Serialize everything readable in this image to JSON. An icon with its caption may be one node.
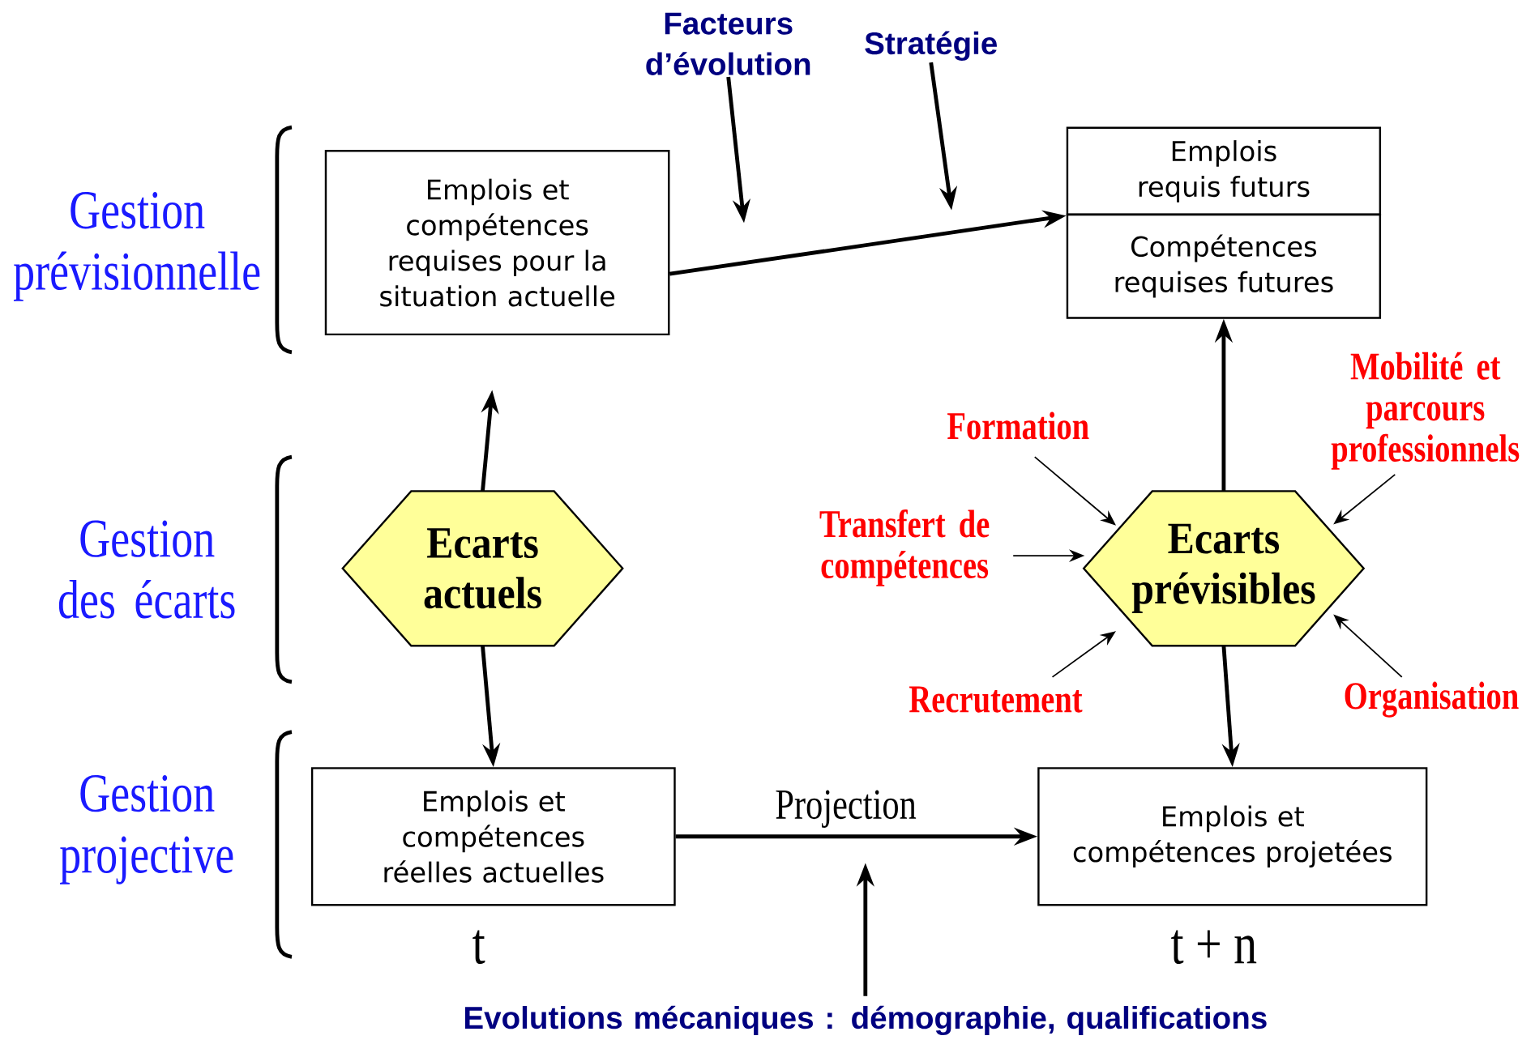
{
  "diagram": {
    "nodes": [
      {
        "text": [
          "Emplois et compétences requises pour la situation actuelle"
        ]
      },
      {
        "text": [
          "Emplois requis futurs"
        ]
      },
      {
        "text": [
          "Compétences requises futures"
        ]
      },
      {
        "text": [
          "Ecarts actuels"
        ]
      },
      {
        "text": [
          "Ecarts prévisibles"
        ]
      },
      {
        "text": [
          "Emplois et compétences réelles actuelles"
        ],
        "beside": [
          "t"
        ]
      },
      {
        "text": [
          "Emplois et compétences projetées"
        ],
        "beside": [
          "t + n"
        ]
      },
      {
        "text": [
          "Facteurs d’évolution"
        ]
      },
      {
        "text": [
          "Stratégie"
        ]
      },
      {
        "text": [
          "Formation"
        ]
      },
      {
        "text": [
          "Mobilité et parcours professionnels"
        ]
      },
      {
        "text": [
          "Transfert de compétences"
        ]
      },
      {
        "text": [
          "Recrutement"
        ]
      },
      {
        "text": [
          "Organisation"
        ]
      },
      {
        "text": [
          "Evolutions mécaniques : démographie, qualifications"
        ]
      }
    ],
    "edges": [
      {
        "from": 0,
        "to": 1,
        "arrow": "to"
      },
      {
        "from": 3,
        "to": 0,
        "arrow": "to"
      },
      {
        "from": 3,
        "to": 5,
        "arrow": "to"
      },
      {
        "from": 4,
        "to": 2,
        "arrow": "to"
      },
      {
        "from": 4,
        "to": 6,
        "arrow": "to"
      },
      {
        "from": 5,
        "to": 6,
        "arrow": "to",
        "label": "Projection"
      },
      {
        "from": 7,
        "to": null,
        "arrow": "to"
      },
      {
        "from": 8,
        "to": null,
        "arrow": "to"
      },
      {
        "from": 9,
        "to": 4,
        "arrow": "to"
      },
      {
        "from": 10,
        "to": 4,
        "arrow": "to"
      },
      {
        "from": 11,
        "to": 4,
        "arrow": "to"
      },
      {
        "from": 12,
        "to": 4,
        "arrow": "to"
      },
      {
        "from": 13,
        "to": 4,
        "arrow": "to"
      },
      {
        "from": 14,
        "to": null,
        "arrow": "to"
      }
    ],
    "labels": [
      "Gestion prévisionnelle",
      "Gestion des écarts",
      "Gestion projective"
    ]
  }
}
